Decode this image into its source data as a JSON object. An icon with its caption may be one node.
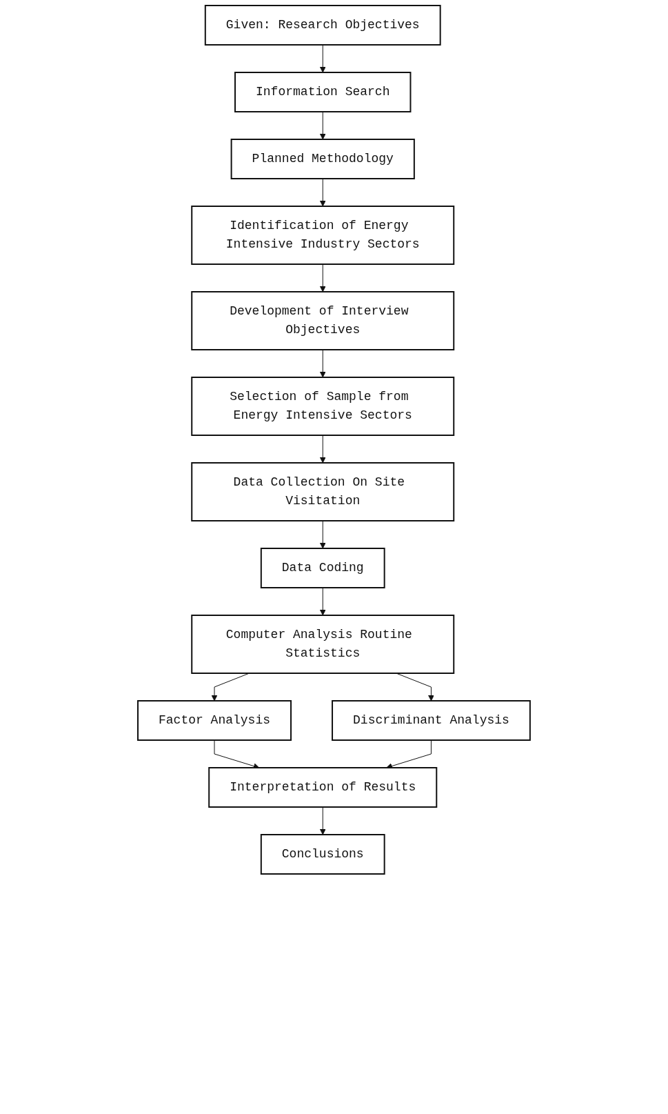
{
  "diagram": {
    "nodes": [
      {
        "text": [
          "Given: Research Objectives"
        ]
      },
      {
        "text": [
          "Information Search"
        ]
      },
      {
        "text": [
          "Planned Methodology"
        ]
      },
      {
        "text": [
          "Identification of Energy Intensive Industry Sectors"
        ]
      },
      {
        "text": [
          "Development of Interview Objectives"
        ]
      },
      {
        "text": [
          "Selection of Sample from Energy Intensive Sectors"
        ]
      },
      {
        "text": [
          "Data Collection On Site Visitation"
        ]
      },
      {
        "text": [
          "Data Coding"
        ]
      },
      {
        "text": [
          "Computer Analysis Routine Statistics"
        ]
      },
      {
        "text": [
          "Factor Analysis"
        ]
      },
      {
        "text": [
          "Discriminant Analysis"
        ]
      },
      {
        "text": [
          "Interpretation of Results"
        ]
      },
      {
        "text": [
          "Conclusions"
        ]
      }
    ],
    "edges": [
      {
        "from": 0,
        "to": 1,
        "arrow": "to"
      },
      {
        "from": 1,
        "to": 2,
        "arrow": "to"
      },
      {
        "from": 2,
        "to": 3,
        "arrow": "to"
      },
      {
        "from": 3,
        "to": 4,
        "arrow": "to"
      },
      {
        "from": 4,
        "to": 5,
        "arrow": "to"
      },
      {
        "from": 5,
        "to": 6,
        "arrow": "to"
      },
      {
        "from": 6,
        "to": 7,
        "arrow": "to"
      },
      {
        "from": 7,
        "to": 8,
        "arrow": "to"
      },
      {
        "from": 8,
        "to": 9,
        "arrow": "to"
      },
      {
        "from": 8,
        "to": 10,
        "arrow": "to"
      },
      {
        "from": 9,
        "to": 11,
        "arrow": "to"
      },
      {
        "from": 10,
        "to": 11,
        "arrow": "to"
      },
      {
        "from": 11,
        "to": 12,
        "arrow": "to"
      }
    ]
  }
}
